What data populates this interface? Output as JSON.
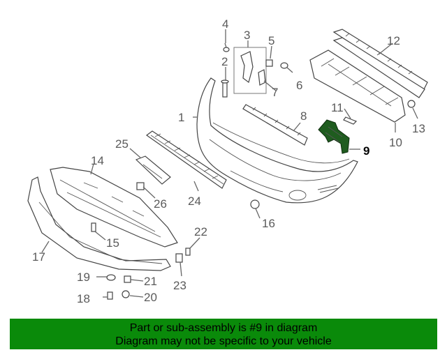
{
  "callouts": [
    {
      "id": "1",
      "label": "1"
    },
    {
      "id": "2",
      "label": "2"
    },
    {
      "id": "3",
      "label": "3"
    },
    {
      "id": "4",
      "label": "4"
    },
    {
      "id": "5",
      "label": "5"
    },
    {
      "id": "6",
      "label": "6"
    },
    {
      "id": "7",
      "label": "7"
    },
    {
      "id": "8",
      "label": "8"
    },
    {
      "id": "9",
      "label": "9"
    },
    {
      "id": "10",
      "label": "10"
    },
    {
      "id": "11",
      "label": "11"
    },
    {
      "id": "12",
      "label": "12"
    },
    {
      "id": "13",
      "label": "13"
    },
    {
      "id": "14",
      "label": "14"
    },
    {
      "id": "15",
      "label": "15"
    },
    {
      "id": "16",
      "label": "16"
    },
    {
      "id": "17",
      "label": "17"
    },
    {
      "id": "18",
      "label": "18"
    },
    {
      "id": "19",
      "label": "19"
    },
    {
      "id": "20",
      "label": "20"
    },
    {
      "id": "21",
      "label": "21"
    },
    {
      "id": "22",
      "label": "22"
    },
    {
      "id": "23",
      "label": "23"
    },
    {
      "id": "24",
      "label": "24"
    },
    {
      "id": "25",
      "label": "25"
    },
    {
      "id": "26",
      "label": "26"
    }
  ],
  "highlighted_part": "9",
  "highlight_color": "#1f5c1f",
  "banner": {
    "line1": "Part or sub-assembly is #9 in diagram",
    "line2": "Diagram may not be specific to your vehicle",
    "color": "#0a8a0a"
  }
}
